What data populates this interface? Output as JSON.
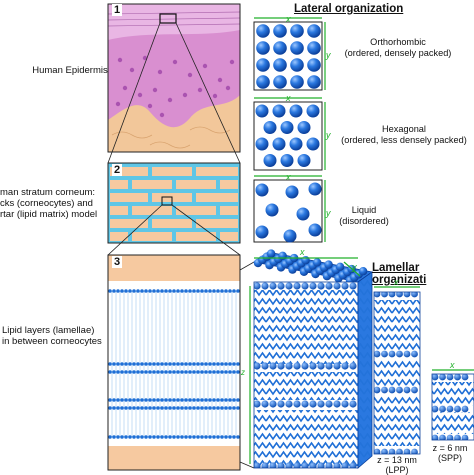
{
  "left_panel": {
    "epidermis_label": "Human Epidermis",
    "stratum_label_l1": "man stratum corneum:",
    "stratum_label_l2": "cks (corneocytes) and",
    "stratum_label_l3": "rtar (lipid matrix) model",
    "lipid_label_l1": "Lipid layers (lamellae)",
    "lipid_label_l2": "in between corneocytes"
  },
  "panel_numbers": [
    "1",
    "2",
    "3"
  ],
  "lateral": {
    "heading": "Lateral organization",
    "axis_x": "x",
    "axis_y": "y",
    "orthorhombic_l1": "Orthorhombic",
    "orthorhombic_l2": "(ordered, densely packed)",
    "hexagonal_l1": "Hexagonal",
    "hexagonal_l2": "(ordered, less densely packed)",
    "liquid_l1": "Liquid",
    "liquid_l2": "(disordered)"
  },
  "lamellar": {
    "heading": "Lamellar organizati",
    "axis_z": "z",
    "lpp_size": "z = 13 nm",
    "lpp_label": "(LPP)",
    "spp_size": "z = 6 nm",
    "spp_label": "(SPP)"
  },
  "colors": {
    "lipid_blue": "#1f6fd6",
    "dark_blue": "#0b3f9a",
    "axis_green": "#22b02b",
    "epidermis_pink": "#d98fd0",
    "dermis_tan": "#f2c79a",
    "mortar_cyan": "#5fc6e6"
  }
}
